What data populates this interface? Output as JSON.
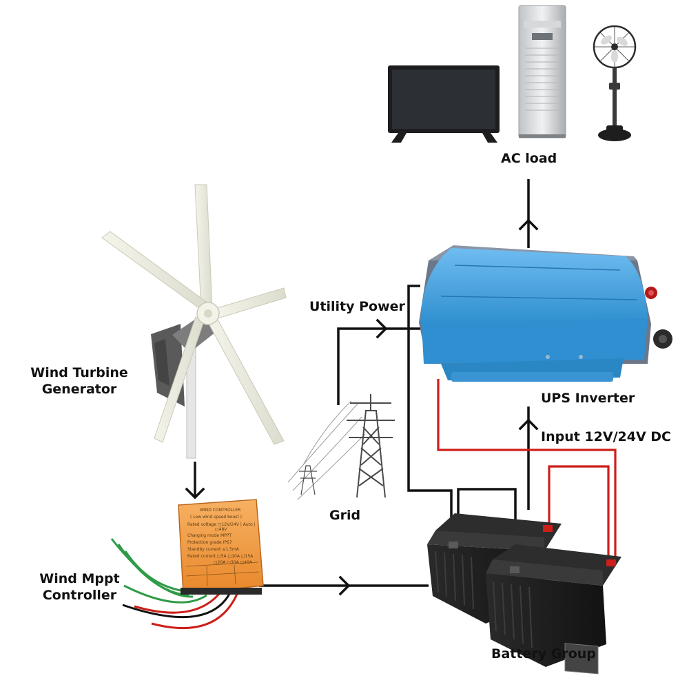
{
  "labels": {
    "ac_load": "AC load",
    "utility_power": "Utility Power",
    "wind_turbine_line1": "Wind Turbine",
    "wind_turbine_line2": "Generator",
    "ups_inverter": "UPS Inverter",
    "input_dc": "Input 12V/24V DC",
    "grid": "Grid",
    "mppt_line1": "Wind Mppt",
    "mppt_line2": "Controller",
    "battery_group": "Battery Group"
  },
  "controller_text": {
    "title": "WIND CONTROLLER",
    "subtitle": "( Low wind speed boost )",
    "rated_voltage": "Rated voltage □12V/24V | Auto |",
    "v48": "□48V",
    "charging_mode": "Charging mode MPPT",
    "protection": "Protection grade IP67",
    "standby": "Standby current ≤1.5mA",
    "rated_current": "Rated current □5A □10A □15A",
    "rated_current2": "□20A □30A □40A"
  },
  "colors": {
    "connector": "#111111",
    "dc_positive": "#cc1f1a",
    "inverter_body": "#3d9ad6",
    "controller_body": "#f09a3e",
    "battery_body": "#1c1c1c"
  },
  "icons": [
    "tv-icon",
    "air-conditioner-icon",
    "standing-fan-icon",
    "wind-turbine-icon",
    "power-tower-icon",
    "inverter-icon",
    "controller-icon",
    "battery-icon"
  ]
}
